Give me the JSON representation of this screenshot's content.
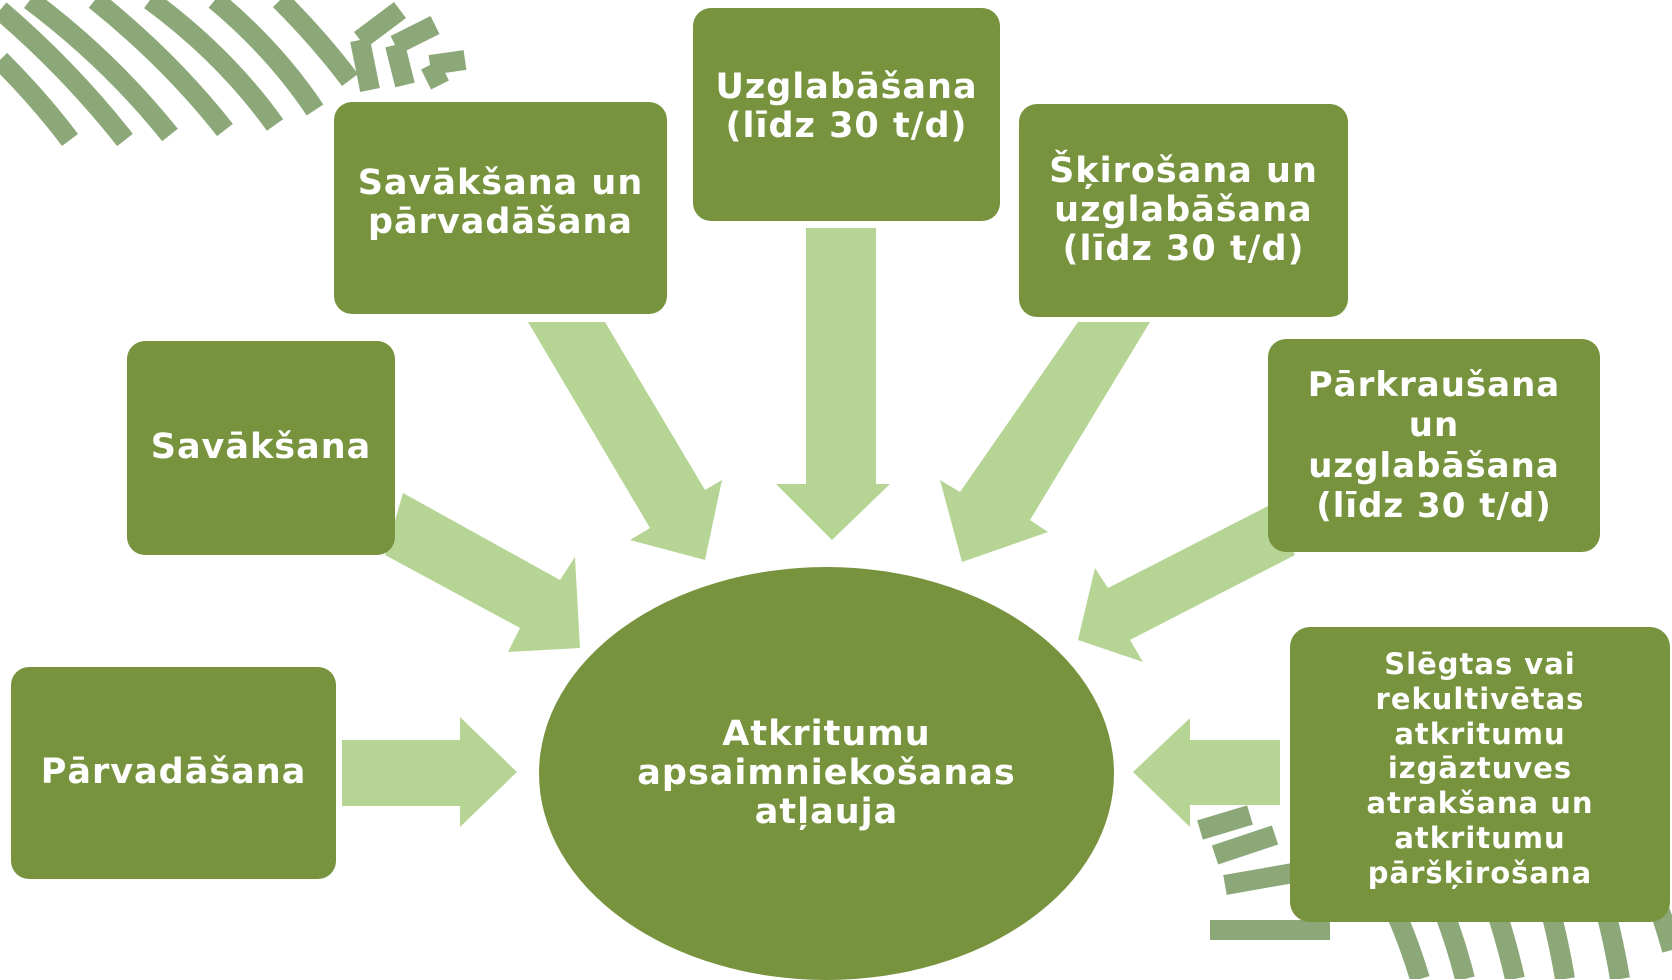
{
  "center": {
    "label": "Atkritumu\napsaimniekošanas\natļauja"
  },
  "nodes": [
    {
      "id": "parvadasana",
      "label": "Pārvadāšana"
    },
    {
      "id": "savaksana",
      "label": "Savākšana"
    },
    {
      "id": "savaksana-un-parvadasana",
      "label": "Savākšana un\npārvadāšana"
    },
    {
      "id": "uzglabasana",
      "label": "Uzglabāšana\n(līdz 30 t/d)"
    },
    {
      "id": "skirosana-un-uzglabasana",
      "label": "Šķirošana un\nuzglabāšana\n(līdz 30 t/d)"
    },
    {
      "id": "parkrausana-un-uzglabasana",
      "label": "Pārkraušana\nun\nuzglabāšana\n(līdz 30 t/d)"
    },
    {
      "id": "slegtas-izgaztuves",
      "label": "Slēgtas vai\nrekultivētas\natkritumu\nizgāztuves\natrakšana un\natkritumu\npāršķirošana"
    }
  ],
  "colors": {
    "box": "#78933e",
    "arrow": "#b6d595",
    "decor": "#8ca879"
  }
}
